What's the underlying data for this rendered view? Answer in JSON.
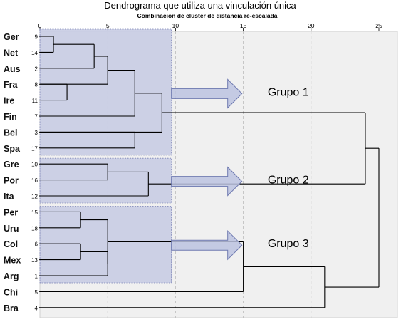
{
  "title": "Dendrograma que utiliza una vinculación única",
  "subtitle": "Combinación de clúster de distancia re-escalada",
  "axis": {
    "ticks": [
      "0",
      "5",
      "10",
      "15",
      "20",
      "25"
    ],
    "min": 0,
    "max": 25
  },
  "leaves": [
    {
      "country": "Ger",
      "case": "9"
    },
    {
      "country": "Net",
      "case": "14"
    },
    {
      "country": "Aus",
      "case": "2"
    },
    {
      "country": "Fra",
      "case": "8"
    },
    {
      "country": "Ire",
      "case": "11"
    },
    {
      "country": "Fin",
      "case": "7"
    },
    {
      "country": "Bel",
      "case": "3"
    },
    {
      "country": "Spa",
      "case": "17"
    },
    {
      "country": "Gre",
      "case": "10"
    },
    {
      "country": "Por",
      "case": "16"
    },
    {
      "country": "Ita",
      "case": "12"
    },
    {
      "country": "Per",
      "case": "15"
    },
    {
      "country": "Uru",
      "case": "18"
    },
    {
      "country": "Col",
      "case": "6"
    },
    {
      "country": "Mex",
      "case": "13"
    },
    {
      "country": "Arg",
      "case": "1"
    },
    {
      "country": "Chi",
      "case": "5"
    },
    {
      "country": "Bra",
      "case": "4"
    }
  ],
  "merges": [
    {
      "a": 0,
      "b": 1,
      "d": 1.0
    },
    {
      "a": 0,
      "b": 2,
      "d": 4.0
    },
    {
      "a": 4,
      "b": 3,
      "d": 2.0
    },
    {
      "a": 0,
      "b": 3,
      "d": 5.0
    },
    {
      "a": 0,
      "b": 5,
      "d": 7.0
    },
    {
      "a": 7,
      "b": 6,
      "d": 7.0
    },
    {
      "a": 0,
      "b": 6,
      "d": 9.0
    },
    {
      "a": 8,
      "b": 9,
      "d": 5.0
    },
    {
      "a": 8,
      "b": 10,
      "d": 8.0
    },
    {
      "a": 12,
      "b": 11,
      "d": 3.0
    },
    {
      "a": 14,
      "b": 13,
      "d": 3.0
    },
    {
      "a": 14,
      "b": 15,
      "d": 5.0
    },
    {
      "a": 12,
      "b": 14,
      "d": 5.0
    },
    {
      "a": 12,
      "b": 16,
      "d": 15.0
    },
    {
      "a": 0,
      "b": 8,
      "d": 24.0
    },
    {
      "a": 12,
      "b": 17,
      "d": 21.0
    },
    {
      "a": 0,
      "b": 12,
      "d": 25.0
    }
  ],
  "groups": [
    {
      "label": "Grupo 1",
      "first": 0,
      "last": 7
    },
    {
      "label": "Grupo 2",
      "first": 8,
      "last": 10
    },
    {
      "label": "Grupo 3",
      "first": 11,
      "last": 15
    }
  ],
  "colors": {
    "plot_bg": "#f0f0f0",
    "group_fill": "#c8cce3",
    "group_border": "#7d84b6",
    "arrow_fill": "#bcc3e0",
    "arrow_stroke": "#6e79b0",
    "line": "#000000",
    "grid": "#bbbbbb"
  }
}
